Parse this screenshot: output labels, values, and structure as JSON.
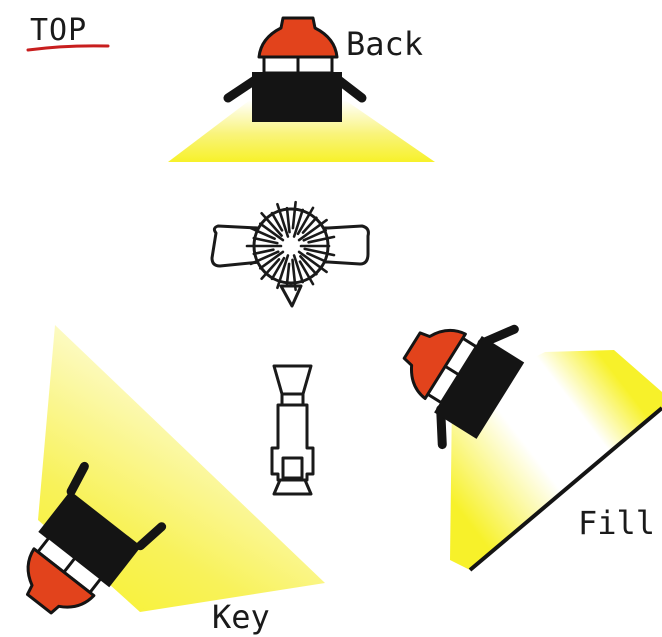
{
  "view_label": "TOP",
  "lights": {
    "back": {
      "label": "Back"
    },
    "fill": {
      "label": "Fill"
    },
    "key": {
      "label": "Key"
    }
  },
  "colors": {
    "lamp_head": "#e2431c",
    "lamp_body": "#141414",
    "beam": "#f7f12a",
    "underline": "#c81e1e",
    "outline": "#1a1a1a"
  },
  "objects": {
    "subject_icon": "person-top-view-icon",
    "camera_icon": "camera-top-view-icon"
  }
}
